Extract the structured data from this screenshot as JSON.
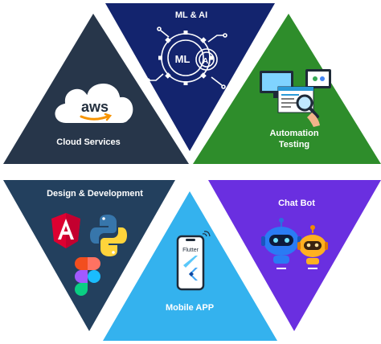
{
  "segments": [
    {
      "id": "cloud",
      "label": "Cloud Services",
      "color": "#27364a",
      "icon": "aws-cloud-icon",
      "icon_text": "aws"
    },
    {
      "id": "mlai",
      "label": "ML & AI",
      "color": "#13246e",
      "icon": "ml-ai-gear-icon",
      "icon_text_1": "ML",
      "icon_text_2": "AI"
    },
    {
      "id": "automation",
      "label_line1": "Automation",
      "label_line2": "Testing",
      "color": "#2e8d2b",
      "icon": "automation-testing-monitor-icon"
    },
    {
      "id": "design",
      "label": "Design & Development",
      "color": "#23405e",
      "icons": [
        "angular-icon",
        "python-icon",
        "figma-icon"
      ]
    },
    {
      "id": "mobile",
      "label": "Mobile APP",
      "color": "#34b2ee",
      "icon": "flutter-phone-icon",
      "icon_text": "Flutter"
    },
    {
      "id": "chatbot",
      "label": "Chat Bot",
      "color": "#6a2fe0",
      "icon": "chat-bot-robots-icon"
    }
  ]
}
